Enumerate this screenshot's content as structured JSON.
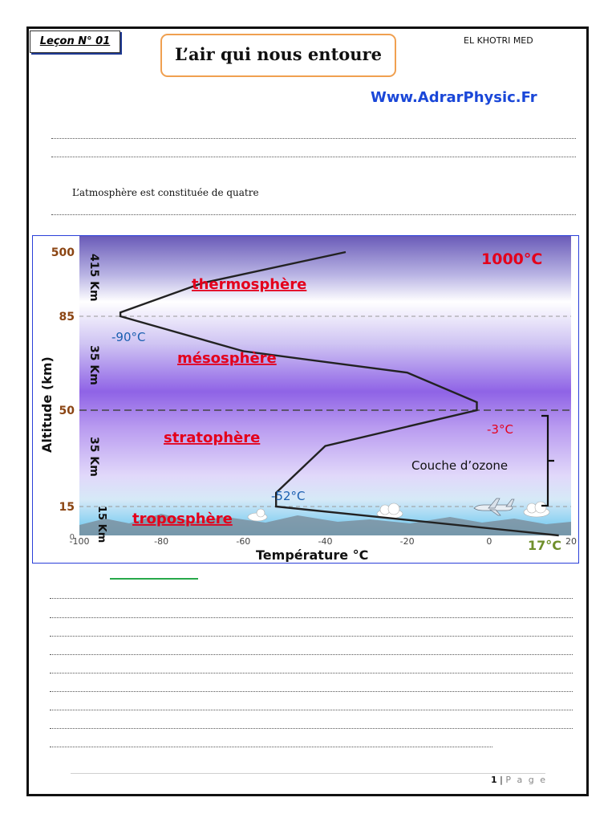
{
  "header": {
    "lesson_label": "Leçon N° 01",
    "title": "L’air qui nous entoure",
    "author": "EL KHOTRI MED",
    "website": "Www.AdrarPhysic.Fr"
  },
  "intro": "L’atmosphère est constituée de quatre",
  "chart_data": {
    "type": "line",
    "xlabel": "Température °C",
    "ylabel": "Altitude (km)",
    "x_ticks": [
      "-100",
      "-80",
      "-60",
      "-40",
      "-20",
      "0",
      "20"
    ],
    "y_ticks": [
      "0",
      "15",
      "50",
      "85",
      "500"
    ],
    "series": [
      {
        "points": [
          {
            "temp": 17,
            "alt": 0
          },
          {
            "temp": -52,
            "alt": 15
          },
          {
            "temp": -52,
            "alt": 20
          },
          {
            "temp": -40,
            "alt": 37
          },
          {
            "temp": -3,
            "alt": 50
          },
          {
            "temp": -3,
            "alt": 53
          },
          {
            "temp": -20,
            "alt": 64
          },
          {
            "temp": -60,
            "alt": 72
          },
          {
            "temp": -90,
            "alt": 85
          },
          {
            "temp": -90,
            "alt": 110
          },
          {
            "temp": -70,
            "alt": 300
          },
          {
            "temp": -35,
            "alt": 500
          }
        ]
      }
    ],
    "layers": [
      {
        "name": "troposphère",
        "thickness": "15 Km"
      },
      {
        "name": "stratophère",
        "thickness": "35 Km"
      },
      {
        "name": "mésosphère",
        "thickness": "35 Km"
      },
      {
        "name": "thermosphère",
        "thickness": "415 Km"
      }
    ],
    "annotations": {
      "t_top": "1000°C",
      "t_meso": "-90°C",
      "t_strat": "-3°C",
      "t_tropo": "-52°C",
      "t_ground": "17°C",
      "ozone": "Couche d’ozone"
    },
    "colors": {
      "line": "#222222",
      "layer_label": "#e4001b",
      "cold_label": "#1a5fb0",
      "ground_label": "#6f8f2b",
      "altitude_tick": "#8b4513"
    }
  },
  "footer": {
    "page_number": "1",
    "page_word": "P a g e"
  }
}
